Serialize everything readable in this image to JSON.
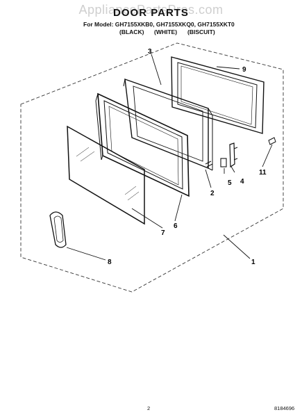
{
  "watermark": "AppliancePartsPros.com",
  "title": "DOOR PARTS",
  "model_line": "For Model: GH7155XKB0, GH7155XKQ0, GH7155XKT0",
  "color_labels": [
    "(BLACK)",
    "(WHITE)",
    "(BISCUIT)"
  ],
  "callouts": {
    "c1": "1",
    "c2": "2",
    "c3": "3",
    "c4": "4",
    "c5": "5",
    "c6": "6",
    "c7": "7",
    "c8": "8",
    "c9": "9",
    "c11": "11"
  },
  "page_number": "2",
  "document_number": "8184696"
}
